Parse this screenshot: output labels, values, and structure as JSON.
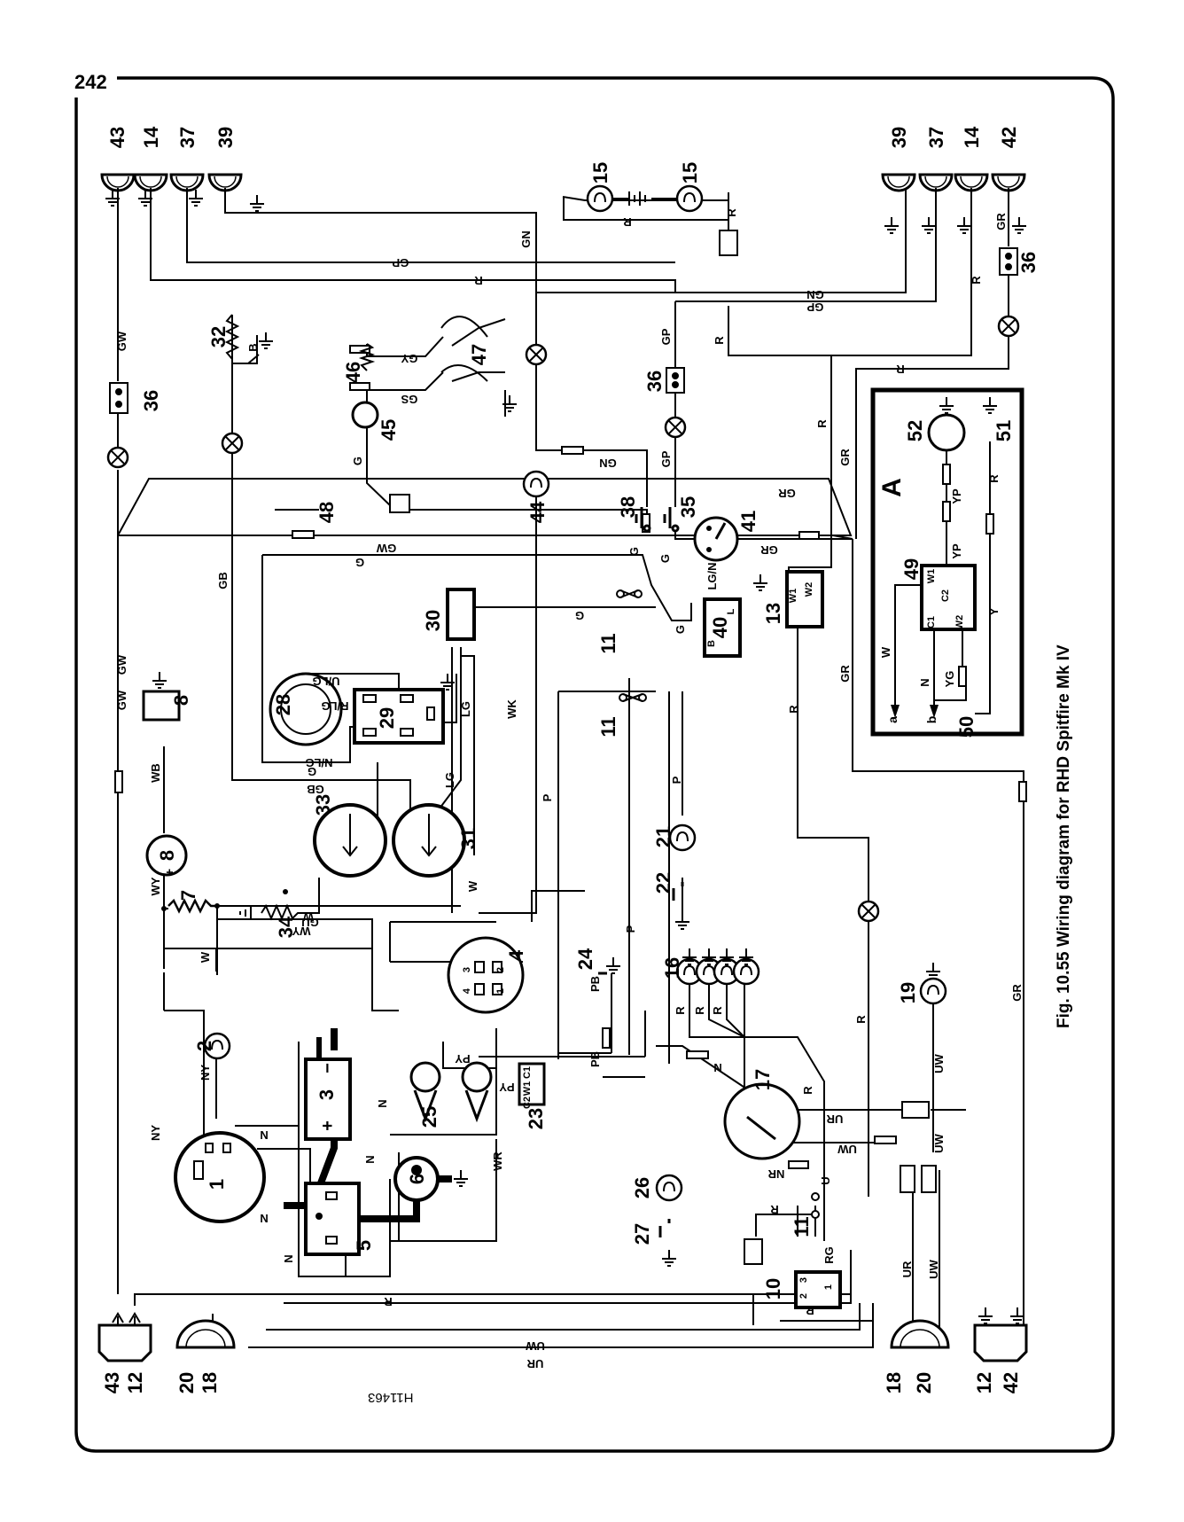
{
  "page": {
    "number": "242"
  },
  "caption": "Fig. 10.55 Wiring diagram for RHD Spitfire Mk IV",
  "reference_code": "H11463",
  "inset": {
    "label": "A"
  },
  "components": {
    "c1": "1",
    "c2": "2",
    "c3": "3",
    "c4": "4",
    "c5": "5",
    "c6": "6",
    "c7": "7",
    "c8": "8",
    "c10": "10",
    "c11": "11",
    "c12": "12",
    "c13": "13",
    "c14": "14",
    "c15": "15",
    "c16": "16",
    "c17": "17",
    "c18": "18",
    "c19": "19",
    "c20": "20",
    "c21": "21",
    "c22": "22",
    "c23": "23",
    "c24": "24",
    "c25": "25",
    "c26": "26",
    "c27": "27",
    "c28": "28",
    "c29": "29",
    "c30": "30",
    "c31": "31",
    "c32": "32",
    "c33": "33",
    "c34": "34",
    "c35": "35",
    "c36": "36",
    "c37": "37",
    "c38": "38",
    "c39": "39",
    "c40": "40",
    "c41": "41",
    "c42": "42",
    "c43": "43",
    "c44": "44",
    "c45": "45",
    "c46": "46",
    "c47": "47",
    "c48": "48",
    "c49": "49",
    "c50": "50",
    "c51": "51",
    "c52": "52"
  },
  "wire_codes": {
    "gw": "GW",
    "gn": "GN",
    "gp": "GP",
    "r": "R",
    "gr": "GR",
    "g": "G",
    "gb": "GB",
    "wb": "WB",
    "wy": "WY",
    "w": "W",
    "ny": "NY",
    "n": "N",
    "wk": "WK",
    "lg": "LG",
    "p": "P",
    "pb": "PB",
    "py": "PY",
    "wr": "WR",
    "ur": "UR",
    "uw": "UW",
    "u": "U",
    "nr": "NR",
    "rg": "RG",
    "gy": "GY",
    "gs": "GS",
    "lgn": "LG/N",
    "ulg": "U/LG",
    "nlg": "N/LG",
    "rlg": "R/LG",
    "gu": "GU",
    "yp": "YP",
    "y": "Y",
    "yg": "YG",
    "b": "B"
  },
  "terminals": {
    "w1": "W1",
    "w2": "W2",
    "c1": "C1",
    "c2": "C2",
    "b": "B",
    "l": "L",
    "plus": "+",
    "minus": "−",
    "a": "a",
    "bb": "b",
    "t1": "1",
    "t2": "2",
    "t3": "3",
    "t4": "4"
  }
}
